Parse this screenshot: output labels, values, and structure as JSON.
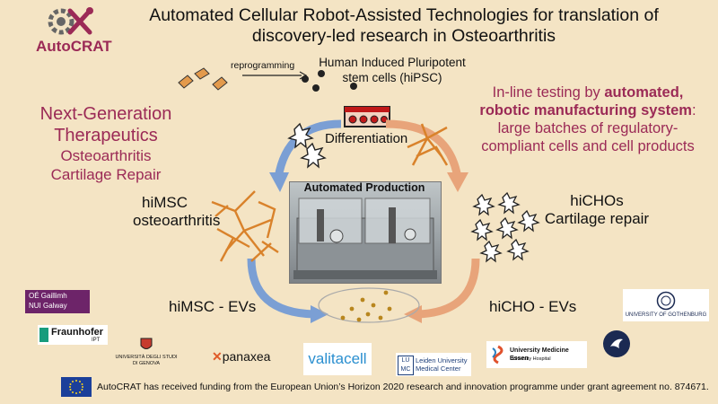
{
  "header": {
    "title_line1": "Automated Cellular Robot-Assisted Technologies for translation of",
    "title_line2": "discovery-led research in Osteoarthritis"
  },
  "brand": {
    "logo_text": "AutoCRAT"
  },
  "process": {
    "reprogramming": "reprogramming",
    "hipsc_line1": "Human Induced Pluripotent",
    "hipsc_line2": "stem cells (hiPSC)",
    "differentiation": "Differentiation",
    "automated_production": "Automated Production"
  },
  "left_panel": {
    "line1": "Next-Generation",
    "line2": "Therapeutics",
    "line3": "Osteoarthritis",
    "line4": "Cartilage Repair"
  },
  "right_panel": {
    "line1_prefix": "In-line testing by ",
    "line1_bold": "automated,",
    "line2_bold": "robotic manufacturing system",
    "line2_suffix": ":",
    "line3": "large batches of regulatory-",
    "line4": "compliant cells and cell products"
  },
  "cell_types": {
    "himsc_line1": "hiMSC",
    "himsc_line2": "osteoarthritis",
    "hicho_line1": "hiCHOs",
    "hicho_line2": "Cartilage repair",
    "himsc_evs": "hiMSC - EVs",
    "hicho_evs": "hiCHO - EVs"
  },
  "partners": {
    "galway_line1": "OÉ Gaillimh",
    "galway_line2": "NUI Galway",
    "fraunhofer": "Fraunhofer",
    "fraunhofer_sub": "IPT",
    "genova_line1": "UNIVERSITÀ DEGLI STUDI",
    "genova_line2": "DI GENOVA",
    "panaxea": "panaxea",
    "valitacell": "valitacell",
    "leiden_line1": "Leiden University",
    "leiden_line2": "Medical Center",
    "essen_line1": "University Medicine Essen",
    "essen_line2": "University Hospital",
    "gothenburg": "UNIVERSITY OF GOTHENBURG"
  },
  "footer": {
    "funding": "AutoCRAT has received funding from the European Union’s Horizon 2020 research and innovation programme under grant agreement no. 874671."
  },
  "colors": {
    "background": "#f4e4c4",
    "magenta": "#9b2a56",
    "arrow_blue": "#7b9fd4",
    "arrow_orange": "#e8a47a",
    "cell_orange": "#d9822b"
  }
}
